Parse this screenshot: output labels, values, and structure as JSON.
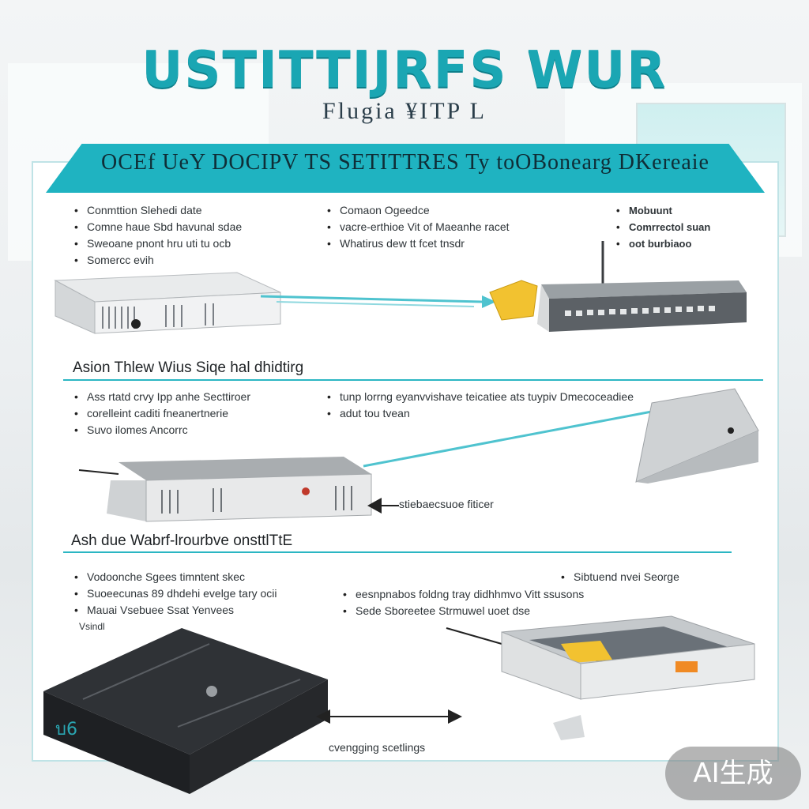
{
  "header": {
    "title": "USTITTIJRFS W⁠UR",
    "subtitle": "Flugia ¥ITP L"
  },
  "banner": {
    "text": "OCEf UeY DOCIPV TS SETITTRES Ty toOBonearg DKereaie"
  },
  "section1": {
    "col1": [
      "Conmttion Slehedi date",
      "Comne haue Sbd havunal sdae",
      "Sweoane pnont hru uti tu ocb",
      "Somercc evih"
    ],
    "col2": [
      "Comaon Ogeedce",
      "vacre-erthioe Vit of Maeanhe racet",
      "Whatirus dew tt fcet tnsdr"
    ],
    "col3": [
      "Mobuunt",
      "Comrrectol suan",
      "oot burbiaoo"
    ]
  },
  "section2": {
    "heading": "Asion Thlew Wius Siqe hal dhidtirg",
    "col1": [
      "Ass rtatd crvy Ipp anhe Secttiroer",
      "corelleint caditi fneanertnerie",
      "Suvo ilomes Ancorrc"
    ],
    "col2": [
      "tunp lorrng eyanvvishave teicatiee ats tuypiv Dmecoceadiee",
      "adut tou tvean"
    ],
    "caption": "stiebaecsuoe fiticer"
  },
  "section3": {
    "heading": "Ash due Wabrf-lrourbve onsttlTtE",
    "col1": [
      "Vodoonche Sgees timntent skec",
      "Suoeecunas 89 dhdehi evelge tary ocii",
      "Mauai Vsebuee Ssat Yenvees"
    ],
    "col2": [
      "Sibtuend nvei Seorge"
    ],
    "col3": [
      "eesnpnabos foldng tray didhhmvo Vitt ssusons",
      "Sede Sboreetee Strmuwel uoet dse"
    ],
    "label_left": "Vsindl",
    "caption": "cvengging scetlings"
  },
  "watermark": "AI生成",
  "colors": {
    "accent": "#1fb3c1",
    "title": "#1aa6b3",
    "device_dark": "#26282b",
    "device_yellow": "#f2c230"
  }
}
